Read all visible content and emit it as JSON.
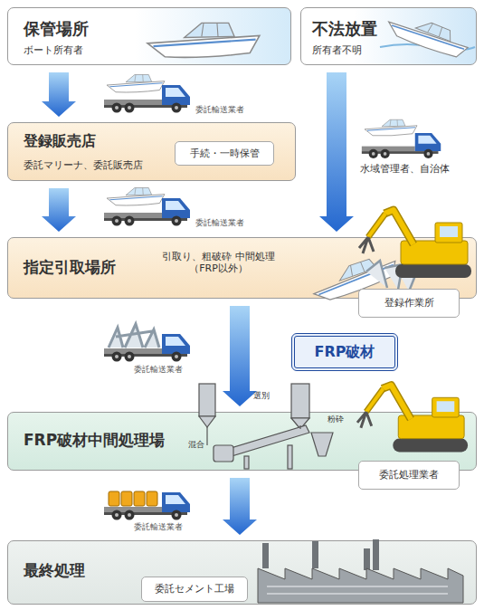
{
  "diagram": {
    "nodes": [
      {
        "text": [
          "保管場所",
          "ボート所有者"
        ]
      },
      {
        "text": [
          "不法放置",
          "所有者不明"
        ]
      },
      {
        "text": [
          "登録販売店",
          "委託マリーナ、委託販売店"
        ]
      },
      {
        "text": [
          "手続・一時保管"
        ],
        "in": 2
      },
      {
        "text": [
          "指定引取場所",
          "引取り、粗破砕 中間処理（FRP以外）"
        ]
      },
      {
        "text": [
          "登録作業所"
        ],
        "in": 4
      },
      {
        "text": [
          "FRP破材"
        ]
      },
      {
        "text": [
          "FRP破材中間処理場"
        ]
      },
      {
        "text": [
          "委託処理業者"
        ],
        "in": 7
      },
      {
        "text": [
          "最終処理"
        ]
      },
      {
        "text": [
          "委託セメント工場"
        ],
        "in": 9
      }
    ],
    "edges": [
      {
        "from": 0,
        "to": 2,
        "arrow": "to"
      },
      {
        "from": 1,
        "to": 4,
        "arrow": "to"
      },
      {
        "from": 2,
        "to": 4,
        "arrow": "to"
      },
      {
        "from": 4,
        "to": 7,
        "arrow": "to"
      },
      {
        "from": 7,
        "to": 9,
        "arrow": "to"
      }
    ],
    "labels": [
      "委託輸送業者",
      "委託輸送業者",
      "水域管理者、自治体",
      "委託輸送業者",
      "選別",
      "混合",
      "粉砕",
      "委託輸送業者"
    ]
  }
}
